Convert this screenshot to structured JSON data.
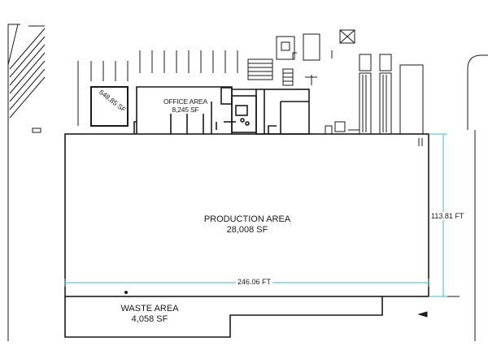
{
  "areas": {
    "office": {
      "name": "OFFICE AREA",
      "area": "8,245 SF"
    },
    "production": {
      "name": "PRODUCTION AREA",
      "area": "28,008 SF"
    },
    "waste": {
      "name": "WASTE AREA",
      "area": "4,058 SF"
    },
    "side_building": {
      "area": "648.85 SF"
    }
  },
  "dimensions": {
    "width": "246.06 FT",
    "height": "113.81 FT"
  },
  "colors": {
    "line": "#1a1a1a",
    "dimension_line": "#3fb8c8",
    "background": "#ffffff"
  }
}
